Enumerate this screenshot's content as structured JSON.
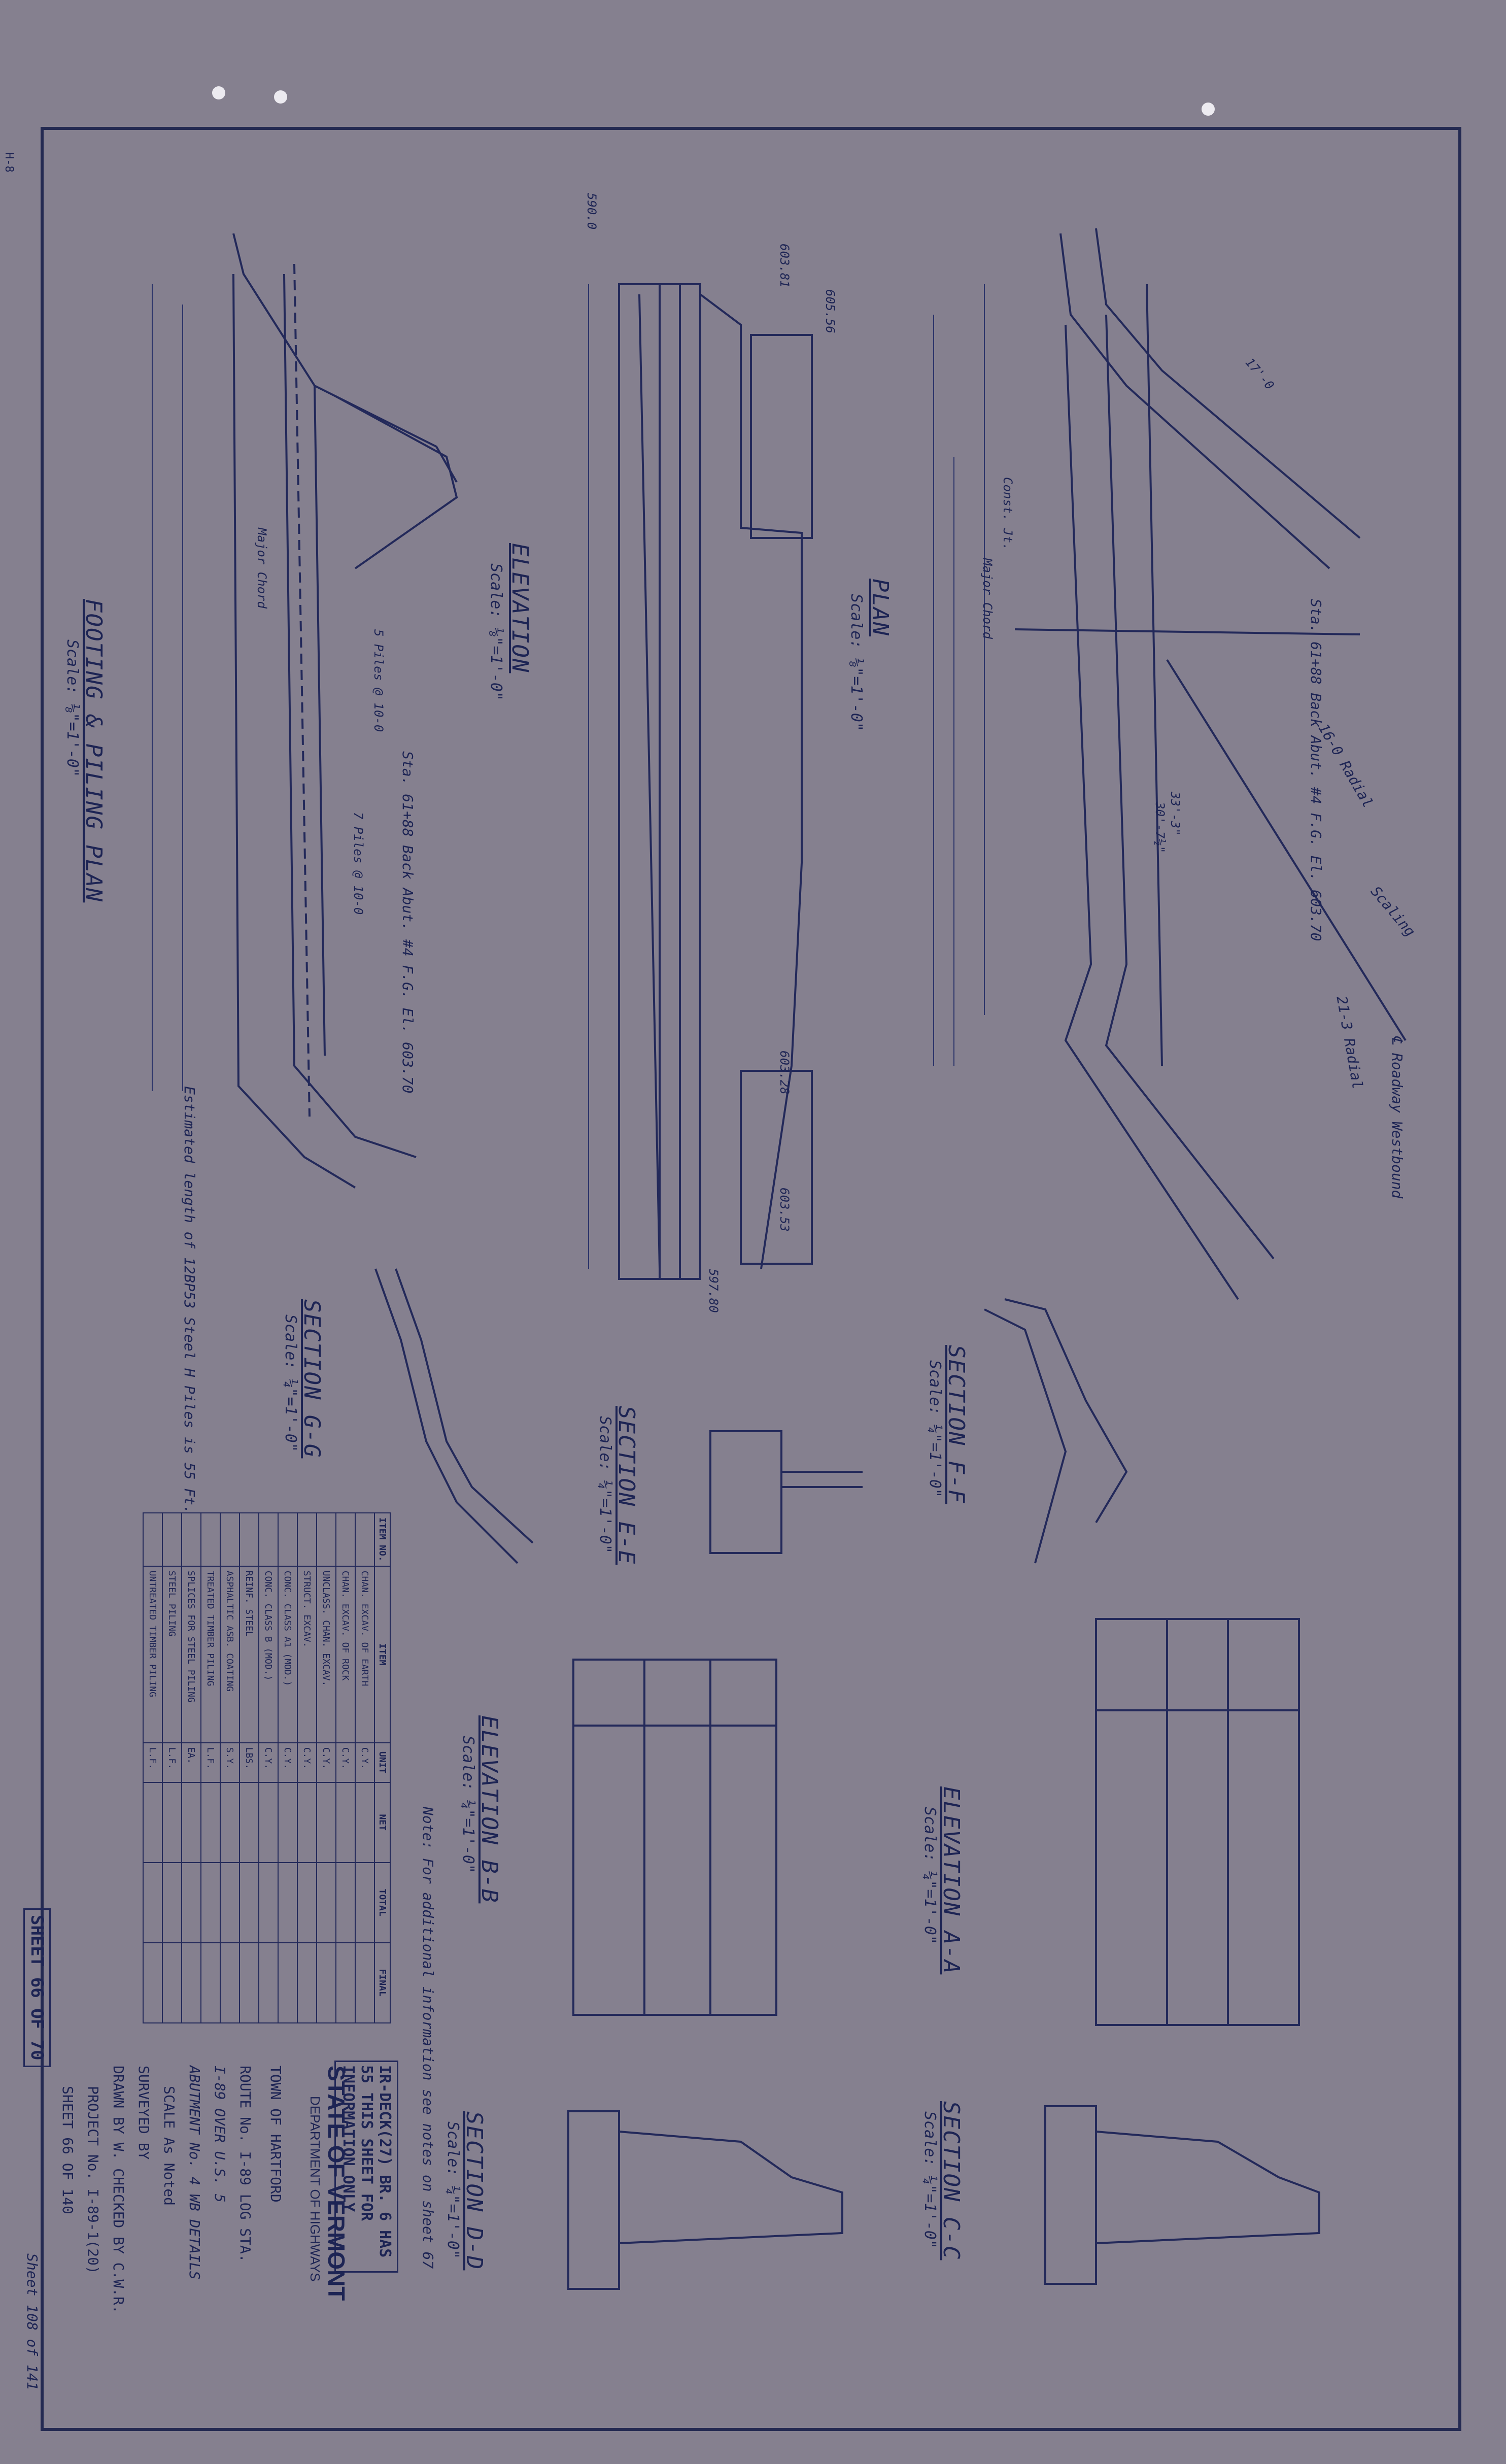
{
  "labels": {
    "plan": "PLAN",
    "plan_scale": "Scale: ⅛\"=1'-0\"",
    "elevation": "ELEVATION",
    "elevation_scale": "Scale: ⅛\"=1'-0\"",
    "footing": "FOOTING & PILING PLAN",
    "footing_scale": "Scale: ⅛\"=1'-0\"",
    "section_ff": "SECTION F-F",
    "section_ff_scale": "Scale: ¼\"=1'-0\"",
    "section_ee": "SECTION E-E",
    "section_ee_scale": "Scale: ¼\"=1'-0\"",
    "section_gg": "SECTION G-G",
    "section_gg_scale": "Scale: ¼\"=1'-0\"",
    "elevation_aa": "ELEVATION A-A",
    "elevation_aa_scale": "Scale: ¼\"=1'-0\"",
    "elevation_bb": "ELEVATION B-B",
    "elevation_bb_scale": "Scale: ¼\"=1'-0\"",
    "section_cc": "SECTION C-C",
    "section_cc_scale": "Scale: ¼\"=1'-0\"",
    "section_dd": "SECTION D-D",
    "section_dd_scale": "Scale: ¼\"=1'-0\""
  },
  "annotations": {
    "sta_plan": "Sta. 61+88 Back Abut. #4 F.G. El. 603.70",
    "sta_footing": "Sta. 61+88 Back Abut. #4 F.G. El. 603.70",
    "roadway": "℄ Roadway Westbound",
    "radial_16": "16-0 Radial",
    "radial_21": "21-3 Radial",
    "scaling": "Scaling",
    "piles": "5 Piles @ 10-0",
    "piles2": "7 Piles @ 10-0",
    "pile_note": "Estimated length of 12BP53 Steel H Piles is 55 Ft.",
    "elev_note": "Note: For additional information see notes on sheet 67",
    "const_jt": "Const. Jt.",
    "major_chord": "Major Chord",
    "dim_33_3": "33'-3\"",
    "dim_30_7": "30'-7½\"",
    "dim_17_0": "17'-0",
    "el_605_56": "605.56",
    "el_603_81": "603.81",
    "el_590_0": "590.0",
    "el_603_28": "603.28",
    "el_603_53": "603.53",
    "el_597_80": "597.80"
  },
  "quantities": {
    "headers": [
      "ITEM NO.",
      "ITEM",
      "UNIT",
      "NET",
      "TOTAL",
      "FINAL"
    ],
    "rows": [
      [
        "",
        "CHAN. EXCAV. OF EARTH",
        "C.Y."
      ],
      [
        "",
        "CHAN. EXCAV. OF ROCK",
        "C.Y."
      ],
      [
        "",
        "UNCLASS. CHAN. EXCAV.",
        "C.Y."
      ],
      [
        "",
        "STRUCT. EXCAV.",
        "C.Y."
      ],
      [
        "",
        "CONC. CLASS A1 (MOD.)",
        "C.Y."
      ],
      [
        "",
        "CONC. CLASS B (MOD.)",
        "C.Y."
      ],
      [
        "",
        "REINF. STEEL",
        "LBS."
      ],
      [
        "",
        "ASPHALTIC ASB. COATING",
        "S.Y."
      ],
      [
        "",
        "TREATED TIMBER PILING",
        "L.F."
      ],
      [
        "",
        "SPLICES FOR STEEL PILING",
        "EA."
      ],
      [
        "",
        "STEEL PILING",
        "L.F."
      ],
      [
        "",
        "UNTREATED TIMBER PILING",
        "L.F."
      ]
    ]
  },
  "sheet_stamp": "SHEET 66 OF 70",
  "stamp": "IR-DECK(27) BR. 6 HAS 55 THIS SHEET FOR INFORMATION ONLY",
  "title_block": {
    "state": "STATE OF VERMONT",
    "dept": "DEPARTMENT OF HIGHWAYS",
    "town": "TOWN OF HARTFORD",
    "route": "ROUTE No. I-89 LOG STA.",
    "bridge": "I-89 OVER U.S. 5",
    "title": "ABUTMENT No. 4 WB DETAILS",
    "scale": "SCALE As Noted",
    "surveyed": "SURVEYED BY",
    "drawn": "DRAWN BY W. CHECKED BY C.W.R.",
    "project": "PROJECT No. I-89-1(20)",
    "sheet": "SHEET 66 OF 140",
    "sheet_of": "Sheet 108 of 141"
  },
  "corner_tag": "H-8"
}
